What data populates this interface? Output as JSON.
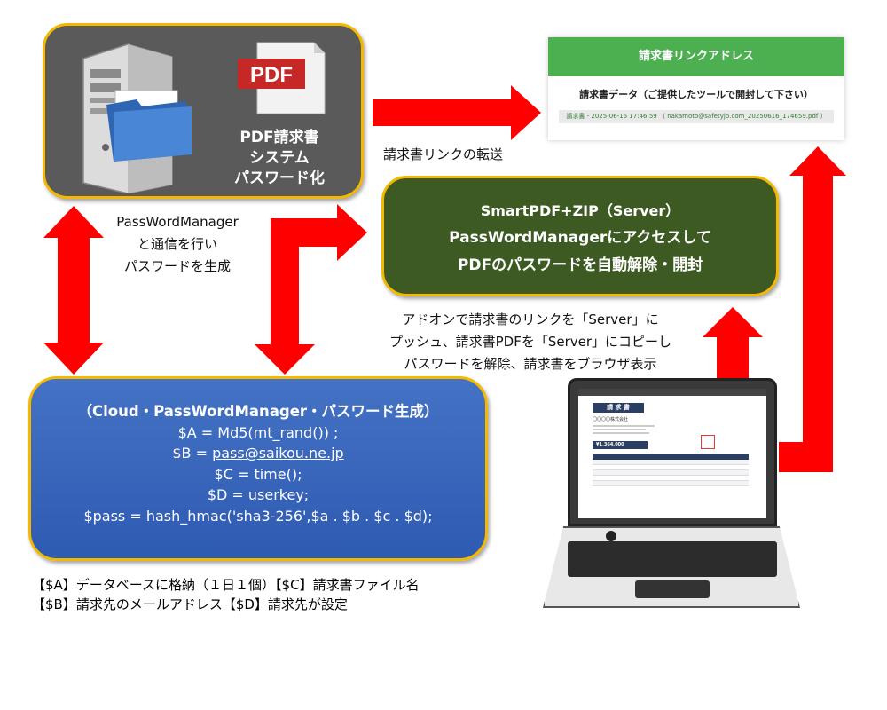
{
  "server_box": {
    "pdf_icon_label": "PDF",
    "lines": [
      "PDF請求書",
      "システム",
      "パスワード化"
    ]
  },
  "pwm_caption": [
    "PassWordManager",
    "と通信を行い",
    "パスワードを生成"
  ],
  "transfer_caption": "請求書リンクの転送",
  "email_panel": {
    "header": "請求書リンクアドレス",
    "subject": "請求書データ（ご提供したツールで開封して下さい）",
    "link": "請求書 - 2025-06-16 17:46:59 （ nakamoto@safetyjp.com_20250616_174659.pdf ）"
  },
  "smart_box": {
    "lines": [
      "SmartPDF+ZIP（Server）",
      "PassWordManagerにアクセスして",
      "PDFのパスワードを自動解除・開封"
    ]
  },
  "addon_caption": [
    "アドオンで請求書のリンクを「Server」に",
    "プッシュ、請求書PDFを「Server」にコピーし",
    "パスワードを解除、請求書をブラウザ表示"
  ],
  "cloud_box": {
    "title": "（Cloud・PassWordManager・パスワード生成）",
    "line_a": "$A = Md5(mt_rand()) ;",
    "line_b_prefix": "$B = ",
    "line_b_email": "pass@saikou.ne.jp",
    "line_c": "$C = time();",
    "line_d": "$D = userkey;",
    "line_pass": "$pass = hash_hmac('sha3-256',$a . $b . $c . $d);"
  },
  "legend": {
    "line1": "【$A】データベースに格納（１日１個）【$C】請求書ファイル名",
    "line2": "【$B】請求先のメールアドレス【$D】請求先が設定"
  },
  "laptop_invoice": {
    "title": "請 求 書",
    "company": "〇〇〇〇株式会社",
    "amount": "¥1,364,000"
  },
  "colors": {
    "arrow": "#ff0000",
    "box_border": "#f5b800",
    "server_bg": "#5a5a5a",
    "smart_bg": "#3d5a23",
    "cloud_bg": "#4472c4",
    "email_header": "#4caf50"
  }
}
